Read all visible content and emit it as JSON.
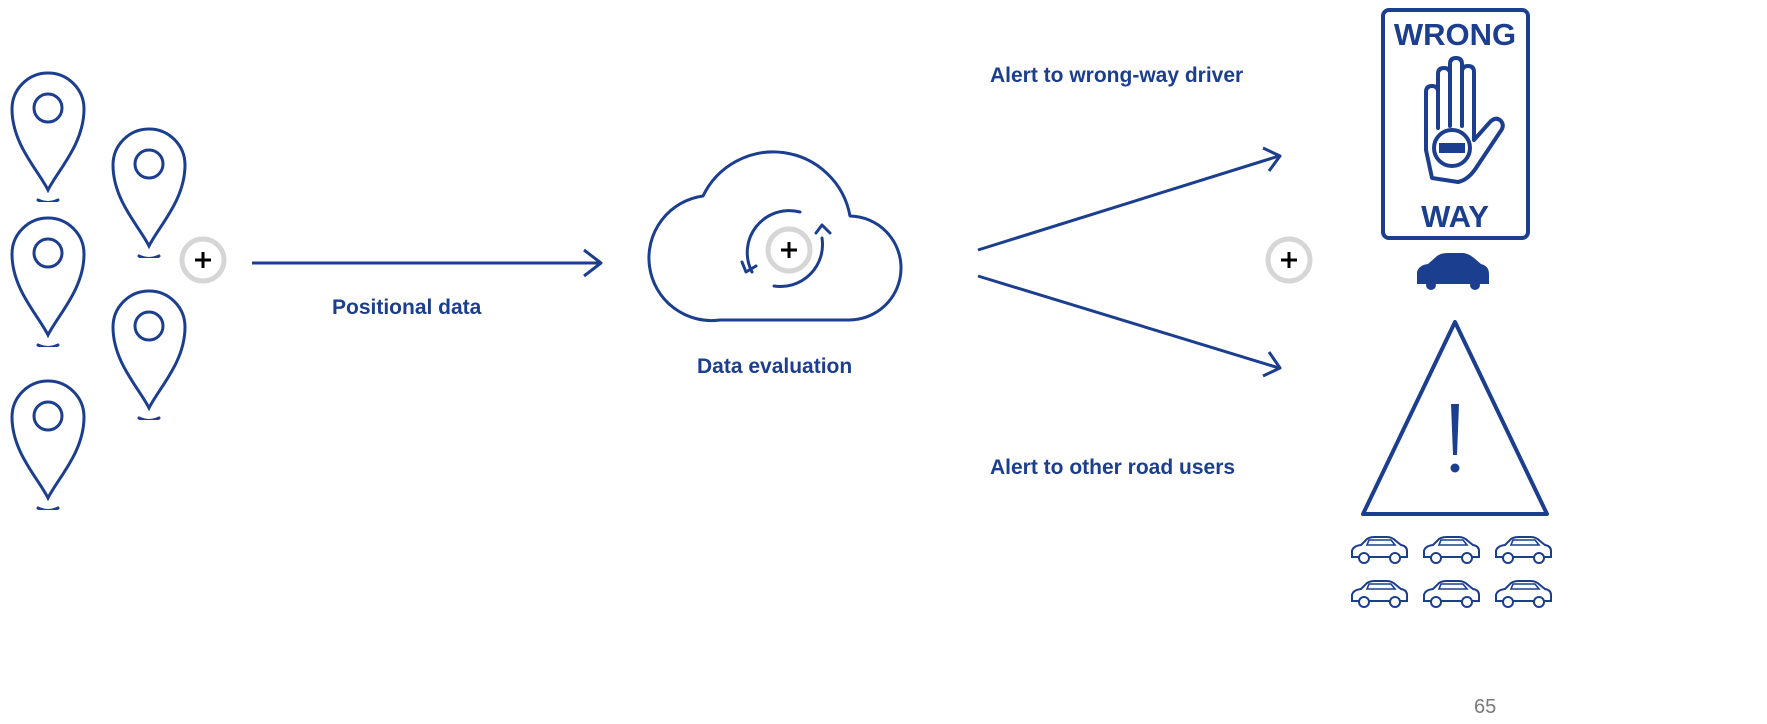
{
  "labels": {
    "positional": "Positional data",
    "evaluation": "Data evaluation",
    "alert_driver": "Alert to wrong-way driver",
    "alert_others": "Alert to other road users"
  },
  "sign": {
    "top": "WRONG",
    "bottom": "WAY"
  },
  "page_number": "65",
  "colors": {
    "primary": "#1c3e8e",
    "hotspot_ring": "#d9d9d9"
  },
  "icons": [
    "location-pin-icon",
    "plus-icon",
    "cloud-icon",
    "refresh-icon",
    "wrong-way-sign-icon",
    "car-icon",
    "warning-triangle-icon"
  ]
}
